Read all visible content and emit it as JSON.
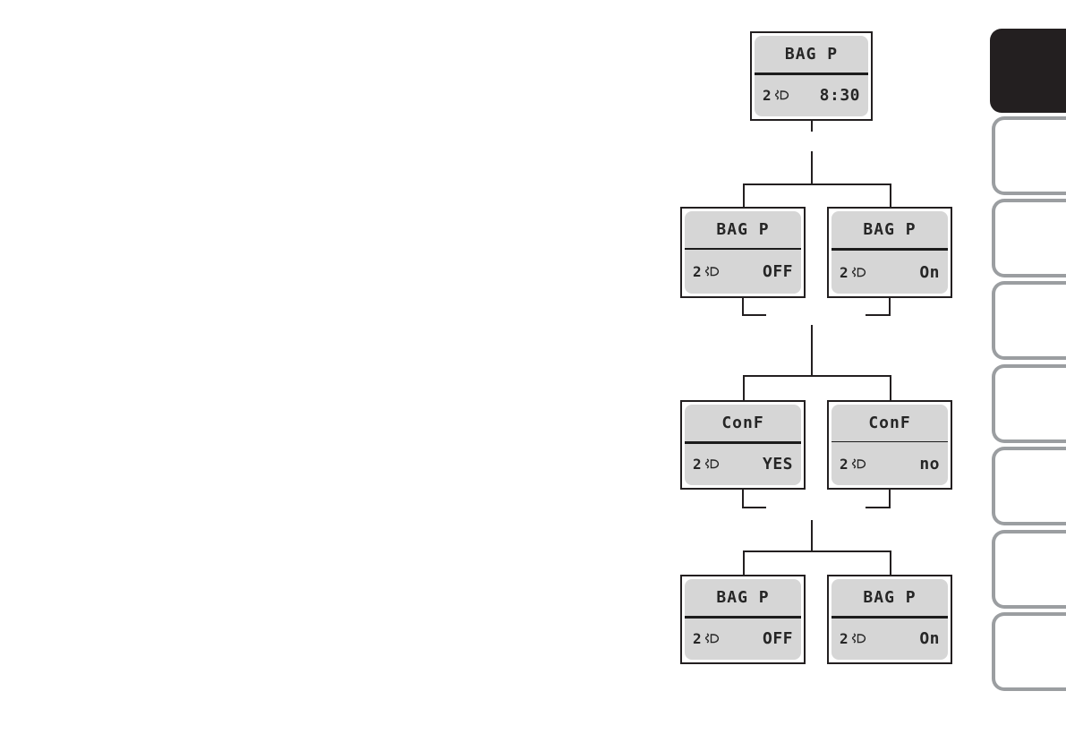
{
  "colors": {
    "lcd_background": "#d6d6d6",
    "lcd_text": "#262626",
    "box_border": "#231f20",
    "connector": "#231f20",
    "active_tab_fill": "#231f20",
    "inactive_tab_border": "#9b9ea1"
  },
  "lcd": {
    "trip_label": "2"
  },
  "flow": {
    "nodes": [
      {
        "title": "BAG P",
        "value": "8:30",
        "icon": "trip-2-headlight-icon"
      },
      {
        "title": "BAG P",
        "value": "OFF",
        "icon": "trip-2-headlight-icon"
      },
      {
        "title": "BAG P",
        "value": "On",
        "icon": "trip-2-headlight-icon"
      },
      {
        "title": "ConF",
        "value": "YES",
        "icon": "trip-2-headlight-icon"
      },
      {
        "title": "ConF",
        "value": "no",
        "icon": "trip-2-headlight-icon"
      },
      {
        "title": "BAG P",
        "value": "OFF",
        "icon": "trip-2-headlight-icon"
      },
      {
        "title": "BAG P",
        "value": "On",
        "icon": "trip-2-headlight-icon"
      }
    ]
  },
  "sidebar": {
    "tabs": [
      {
        "index": 1,
        "active": true
      },
      {
        "index": 2,
        "active": false
      },
      {
        "index": 3,
        "active": false
      },
      {
        "index": 4,
        "active": false
      },
      {
        "index": 5,
        "active": false
      },
      {
        "index": 6,
        "active": false
      },
      {
        "index": 7,
        "active": false
      },
      {
        "index": 8,
        "active": false
      }
    ]
  }
}
